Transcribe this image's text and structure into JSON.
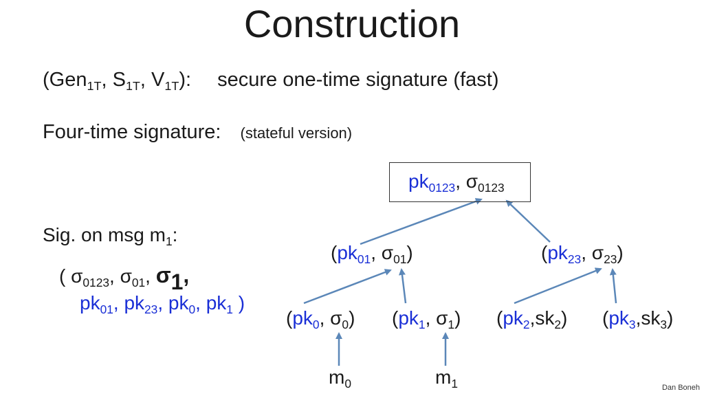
{
  "title": "Construction",
  "line1": {
    "scheme_open": "(Gen",
    "gen_sub": "1T",
    "s": ", S",
    "s_sub": "1T",
    "v": ", V",
    "v_sub": "1T",
    "close": "):",
    "description": "secure one-time signature  (fast)"
  },
  "line2": {
    "label": "Four-time signature:",
    "note": "(stateful version)"
  },
  "signature": {
    "label_prefix": "Sig. on msg m",
    "label_sub": "1",
    "label_suffix": ":",
    "open": "(  ",
    "sigma": "σ",
    "sub_0123": "0123",
    "sub_01": "01",
    "sub_1": "1",
    "pk": "pk",
    "sub_23": "23",
    "sub_0": "0",
    "comma": ", ",
    "close": " )"
  },
  "tree": {
    "root": {
      "pk_sub": "0123",
      "sig_sub": "0123"
    },
    "n01": {
      "pk_sub": "01",
      "sig_sub": "01"
    },
    "n23": {
      "pk_sub": "23",
      "sig_sub": "23"
    },
    "n0": {
      "pk_sub": "0",
      "sig_sub": "0"
    },
    "n1": {
      "pk_sub": "1",
      "sig_sub": "1"
    },
    "n2": {
      "pk_sub": "2",
      "sk": "sk",
      "sk_sub": "2"
    },
    "n3": {
      "pk_sub": "3",
      "sk": "sk",
      "sk_sub": "3"
    },
    "m0": {
      "m": "m",
      "sub": "0"
    },
    "m1": {
      "m": "m",
      "sub": "1"
    }
  },
  "colors": {
    "pk": "#1a2fd6",
    "arrow": "#5b87b8"
  },
  "author": "Dan Boneh"
}
